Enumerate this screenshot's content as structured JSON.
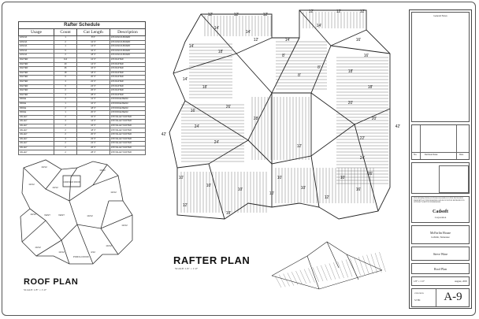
{
  "schedule": {
    "title": "Rafter Schedule",
    "headers": [
      "Usage",
      "Count",
      "Cut Length",
      "Description"
    ],
    "rows": [
      [
        "FASCIA",
        "1",
        "8' 0\"",
        "2X6 FASCIA BOARD"
      ],
      [
        "FASCIA",
        "2",
        "12' 0\"",
        "2X6 FASCIA BOARD"
      ],
      [
        "FASCIA",
        "1",
        "14' 0\"",
        "2X6 FASCIA BOARD"
      ],
      [
        "FASCIA",
        "6",
        "16' 0\"",
        "2X6 FASCIA BOARD"
      ],
      [
        "FASCIA",
        "2",
        "18' 0\"",
        "2X6 FASCIA BOARD"
      ],
      [
        "RAFTER",
        "114",
        "12' 0\"",
        "2X6 RAFTER"
      ],
      [
        "RAFTER",
        "40",
        "14' 0\"",
        "2X6 RAFTER"
      ],
      [
        "RAFTER",
        "26",
        "16' 0\"",
        "2X6 RAFTER"
      ],
      [
        "RAFTER",
        "18",
        "18' 0\"",
        "2X6 RAFTER"
      ],
      [
        "RAFTER",
        "6",
        "20' 0\"",
        "2X6 RAFTER"
      ],
      [
        "RAFTER",
        "4",
        "22' 0\"",
        "2X6 RAFTER"
      ],
      [
        "RAFTER",
        "6",
        "24' 0\"",
        "2X6 RAFTER"
      ],
      [
        "RAFTER",
        "2",
        "26' 0\"",
        "2X6 RAFTER"
      ],
      [
        "RAFTER",
        "4",
        "28' 0\"",
        "2X6 RAFTER"
      ],
      [
        "RIDGE",
        "2",
        "12' 0\"",
        "2X8 RIDGE BEAM"
      ],
      [
        "RIDGE",
        "1",
        "16' 0\"",
        "2X8 RIDGE BEAM"
      ],
      [
        "RIDGE",
        "2",
        "18' 0\"",
        "2X8 RIDGE BEAM"
      ],
      [
        "RIDGE",
        "1",
        "20' 0\"",
        "2X8 RIDGE BEAM"
      ],
      [
        "VALLEY",
        "2",
        "10' 0\"",
        "2X8 VALLEY RAFTER"
      ],
      [
        "VALLEY",
        "4",
        "14' 0\"",
        "2X8 VALLEY RAFTER"
      ],
      [
        "VALLEY",
        "2",
        "16' 0\"",
        "2X8 VALLEY RAFTER"
      ],
      [
        "VALLEY",
        "2",
        "18' 0\"",
        "2X8 VALLEY RAFTER"
      ],
      [
        "VALLEY",
        "2",
        "20' 0\"",
        "2X8 VALLEY RAFTER"
      ],
      [
        "VALLEY",
        "4",
        "22' 0\"",
        "2X8 VALLEY RAFTER"
      ],
      [
        "VALLEY",
        "2",
        "24' 0\"",
        "2X8 VALLEY RAFTER"
      ],
      [
        "VALLEY",
        "2",
        "26' 0\"",
        "2X8 VALLEY RAFTER"
      ],
      [
        "VALLEY",
        "2",
        "28' 0\"",
        "2X8 VALLEY RAFTER"
      ]
    ]
  },
  "roof_plan": {
    "caption": "ROOF PLAN",
    "scale": "SCALE: 1/8\" = 1'-0\"",
    "labels": [
      "CORNER ROOF",
      "VENT",
      "VENT",
      "PORCH ROOF",
      "10/12",
      "10/12",
      "10/12",
      "10/12",
      "10/12",
      "10/12",
      "10/12",
      "10/12",
      "10/12",
      "10/12",
      "10/12",
      "4/12"
    ]
  },
  "rafter_plan": {
    "caption": "RAFTER PLAN",
    "scale": "SCALE: 1/4\" = 1'-0\"",
    "dim_labels": [
      "12'",
      "12'",
      "12'",
      "12'",
      "12'",
      "12'",
      "14'",
      "14'",
      "14'",
      "14'",
      "14'",
      "16'",
      "16'",
      "16'",
      "18'",
      "18'",
      "18'",
      "18'",
      "20'",
      "20'",
      "22'",
      "24'",
      "24'",
      "24'",
      "26'",
      "26'",
      "28'",
      "10'",
      "10'",
      "10'",
      "10'",
      "10'",
      "10'",
      "8'",
      "8'",
      "8'",
      "42'",
      "42'",
      "12'",
      "14'",
      "12'",
      "16'",
      "18'",
      "12'",
      "10'",
      "12'"
    ]
  },
  "title_block": {
    "header": "General Notes",
    "rev_labels": [
      "No.",
      "Revision/Issue",
      "Date"
    ],
    "disclaimer": "THE INFORMATION ON THESE DRAWINGS IS THE EXCLUSIVE PROPERTY OF THE DESIGNER AND MAY NOT BE REPRODUCED WITHOUT WRITTEN PERMISSION.",
    "company": "Cadsoft",
    "company_sub": "Corporation",
    "project": "McFarlin House",
    "project_sub": "Gallatin, Tennessee",
    "client": "Steve Wine",
    "sheet_title": "Roof Plan",
    "scale": "1/8\" = 1'-0\"",
    "date": "August, 2005",
    "drawn_label": "CHECKED",
    "drawn_by": "SJ HC",
    "sheet_number": "A-9"
  }
}
